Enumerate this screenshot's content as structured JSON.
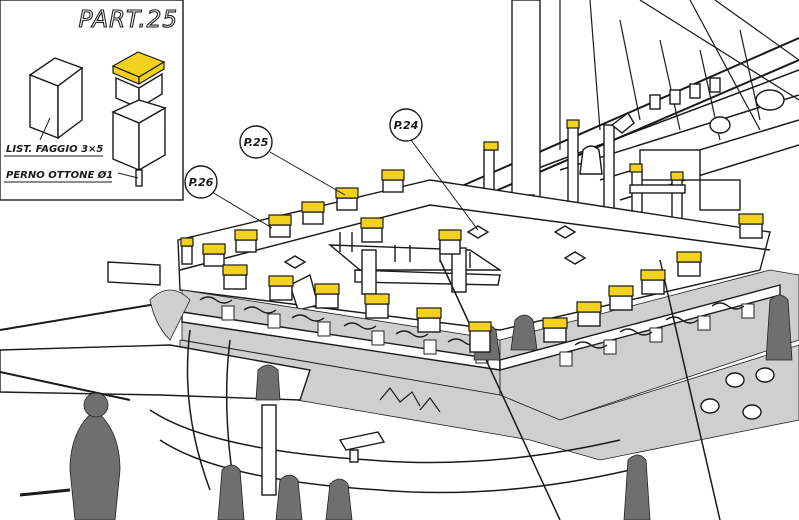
{
  "title": "PART.25",
  "inset": {
    "strip_label": "LIST. FAGGIO 3×5",
    "pin_label": "PERNO OTTONE Ø1"
  },
  "callouts": [
    {
      "id": "p24",
      "label": "P.24"
    },
    {
      "id": "p25",
      "label": "P.25"
    },
    {
      "id": "p26",
      "label": "P.26"
    }
  ],
  "colors": {
    "highlight": "#f2d21e",
    "ink": "#1a1a1a",
    "ornament": "#cfcfcf",
    "paper": "#ffffff"
  }
}
